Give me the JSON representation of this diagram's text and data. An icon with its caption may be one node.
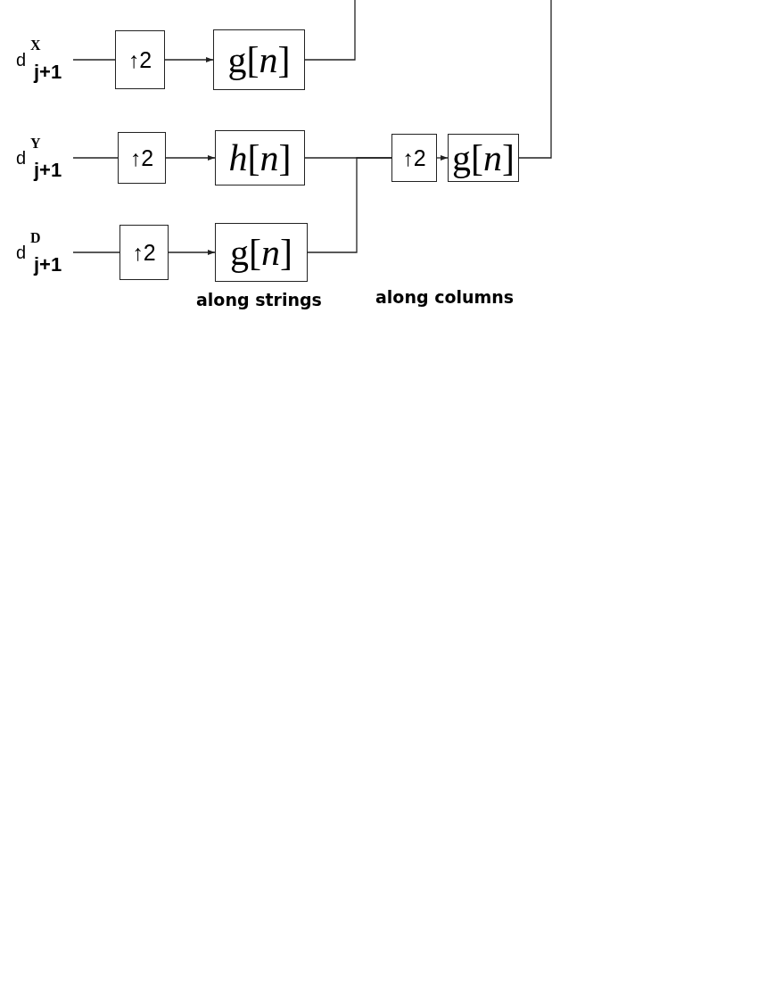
{
  "diagram": {
    "nodes": [
      {
        "text": [
          "d$^{X}$$_{j+1}$"
        ]
      },
      {
        "text": [
          "↑2"
        ]
      },
      {
        "text": [
          "g[*n*]"
        ]
      },
      {
        "text": [
          "d$^{Y}$$_{j+1}$"
        ]
      },
      {
        "text": [
          "↑2"
        ]
      },
      {
        "text": [
          "*h*[*n*]"
        ]
      },
      {
        "text": [
          "d$^{D}$$_{j+1}$"
        ]
      },
      {
        "text": [
          "↑2"
        ]
      },
      {
        "text": [
          "g[*n*]"
        ]
      },
      {
        "text": [
          "↑2"
        ]
      },
      {
        "text": [
          "g[*n*]"
        ]
      }
    ],
    "edges": [
      {
        "from": 0,
        "to": 1,
        "arrow": "none"
      },
      {
        "from": 1,
        "to": 2,
        "arrow": "to"
      },
      {
        "from": 2,
        "to": null,
        "arrow": "none"
      },
      {
        "from": 3,
        "to": 4,
        "arrow": "none"
      },
      {
        "from": 4,
        "to": 5,
        "arrow": "to"
      },
      {
        "from": 5,
        "to": 9,
        "arrow": "none"
      },
      {
        "from": 6,
        "to": 7,
        "arrow": "none"
      },
      {
        "from": 7,
        "to": 8,
        "arrow": "to"
      },
      {
        "from": 8,
        "to": 9,
        "arrow": "none"
      },
      {
        "from": 9,
        "to": 10,
        "arrow": "to"
      },
      {
        "from": 10,
        "to": null,
        "arrow": "none"
      }
    ],
    "labels": [
      "along strings",
      "along columns"
    ]
  }
}
